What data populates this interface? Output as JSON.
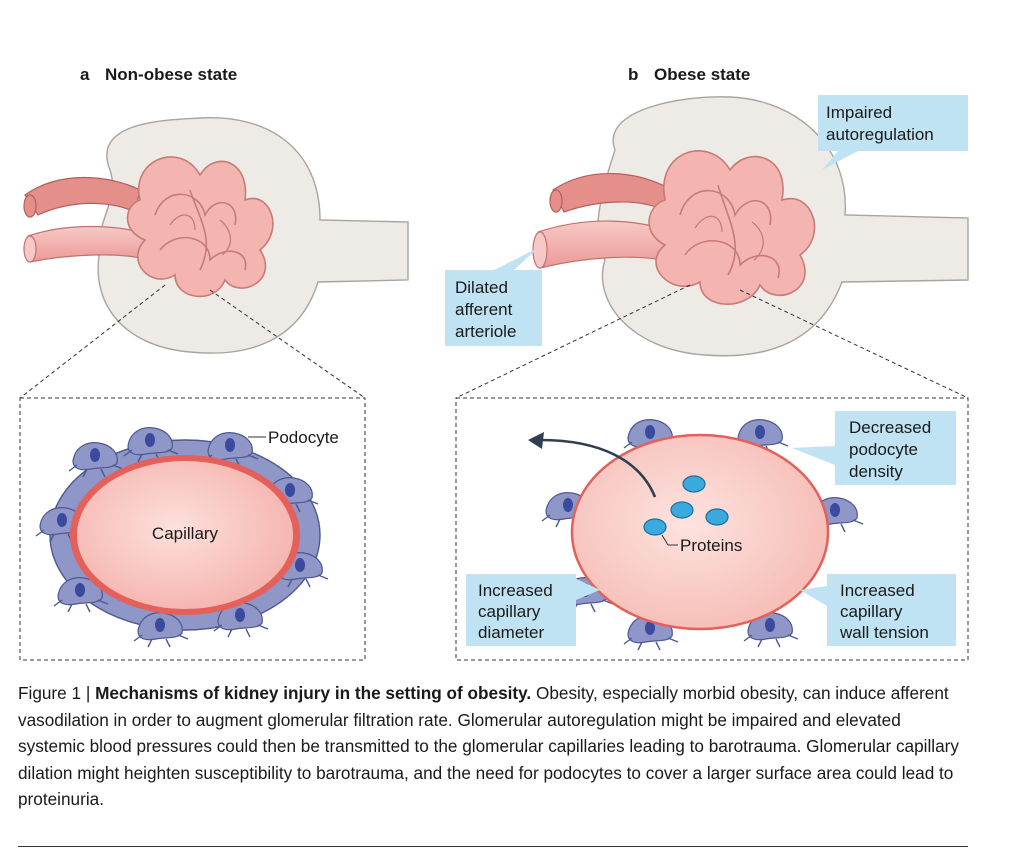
{
  "panel_a": {
    "letter": "a",
    "title": "Non-obese state",
    "podocyte_label": "Podocyte",
    "capillary_label": "Capillary"
  },
  "panel_b": {
    "letter": "b",
    "title": "Obese state",
    "callouts": {
      "impaired": [
        "Impaired",
        "autoregulation"
      ],
      "dilated": [
        "Dilated",
        "afferent",
        "arteriole"
      ],
      "decreased": [
        "Decreased",
        "podocyte",
        "density"
      ],
      "diameter": [
        "Increased",
        "capillary",
        "diameter"
      ],
      "wall": [
        "Increased",
        "capillary",
        "wall tension"
      ]
    },
    "proteins_label": "Proteins"
  },
  "caption": {
    "prefix": "Figure 1 | ",
    "bold": "Mechanisms of kidney injury in the setting of obesity.",
    "text": " Obesity, especially morbid obesity, can induce afferent vasodilation in order to augment glomerular filtration rate. Glomerular autoregulation might be impaired and elevated systemic blood pressures could then be transmitted to the glomerular capillaries leading to barotrauma. Glomerular capillary dilation might heighten susceptibility to barotrauma, and the need for podocytes to cover a larger surface area could lead to proteinuria."
  },
  "colors": {
    "capsule": "#eeebe7",
    "capsule_stroke": "#a9a49f",
    "vessel": "#f2aeab",
    "vessel_dark": "#e07e7b",
    "capillary_fill": "#f8c3bd",
    "capillary_wall": "#e4605b",
    "podocyte": "#8f96c8",
    "podocyte_nucleus": "#3a4a9e",
    "callout_bg": "#bfe3f2",
    "protein": "#3aa9dd",
    "arrow": "#2f3f4f"
  }
}
